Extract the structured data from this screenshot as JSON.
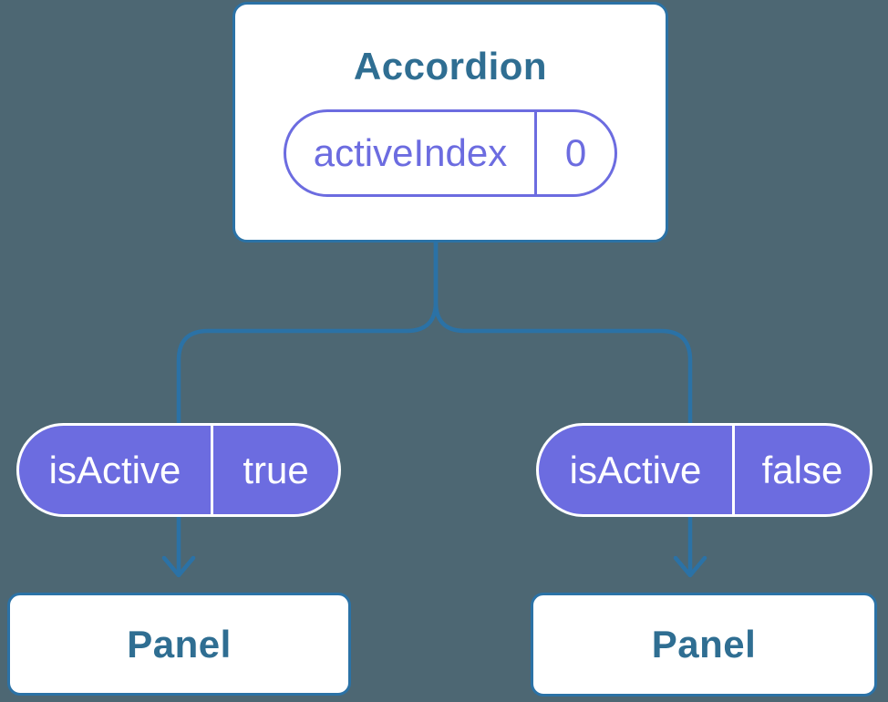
{
  "diagram": {
    "root": {
      "title": "Accordion",
      "state_pill": {
        "label": "activeIndex",
        "value": "0"
      }
    },
    "branches": {
      "left": {
        "prop_pill": {
          "label": "isActive",
          "value": "true"
        },
        "child": {
          "title": "Panel"
        }
      },
      "right": {
        "prop_pill": {
          "label": "isActive",
          "value": "false"
        },
        "child": {
          "title": "Panel"
        }
      }
    },
    "icons": {
      "left_arrow": "arrow-down-icon",
      "right_arrow": "arrow-down-icon"
    },
    "colors": {
      "background": "#4d6773",
      "line_blue": "#2b72a6",
      "text_blue": "#2f6e92",
      "purple": "#6c6ce0",
      "node_fill": "#ffffff"
    }
  }
}
